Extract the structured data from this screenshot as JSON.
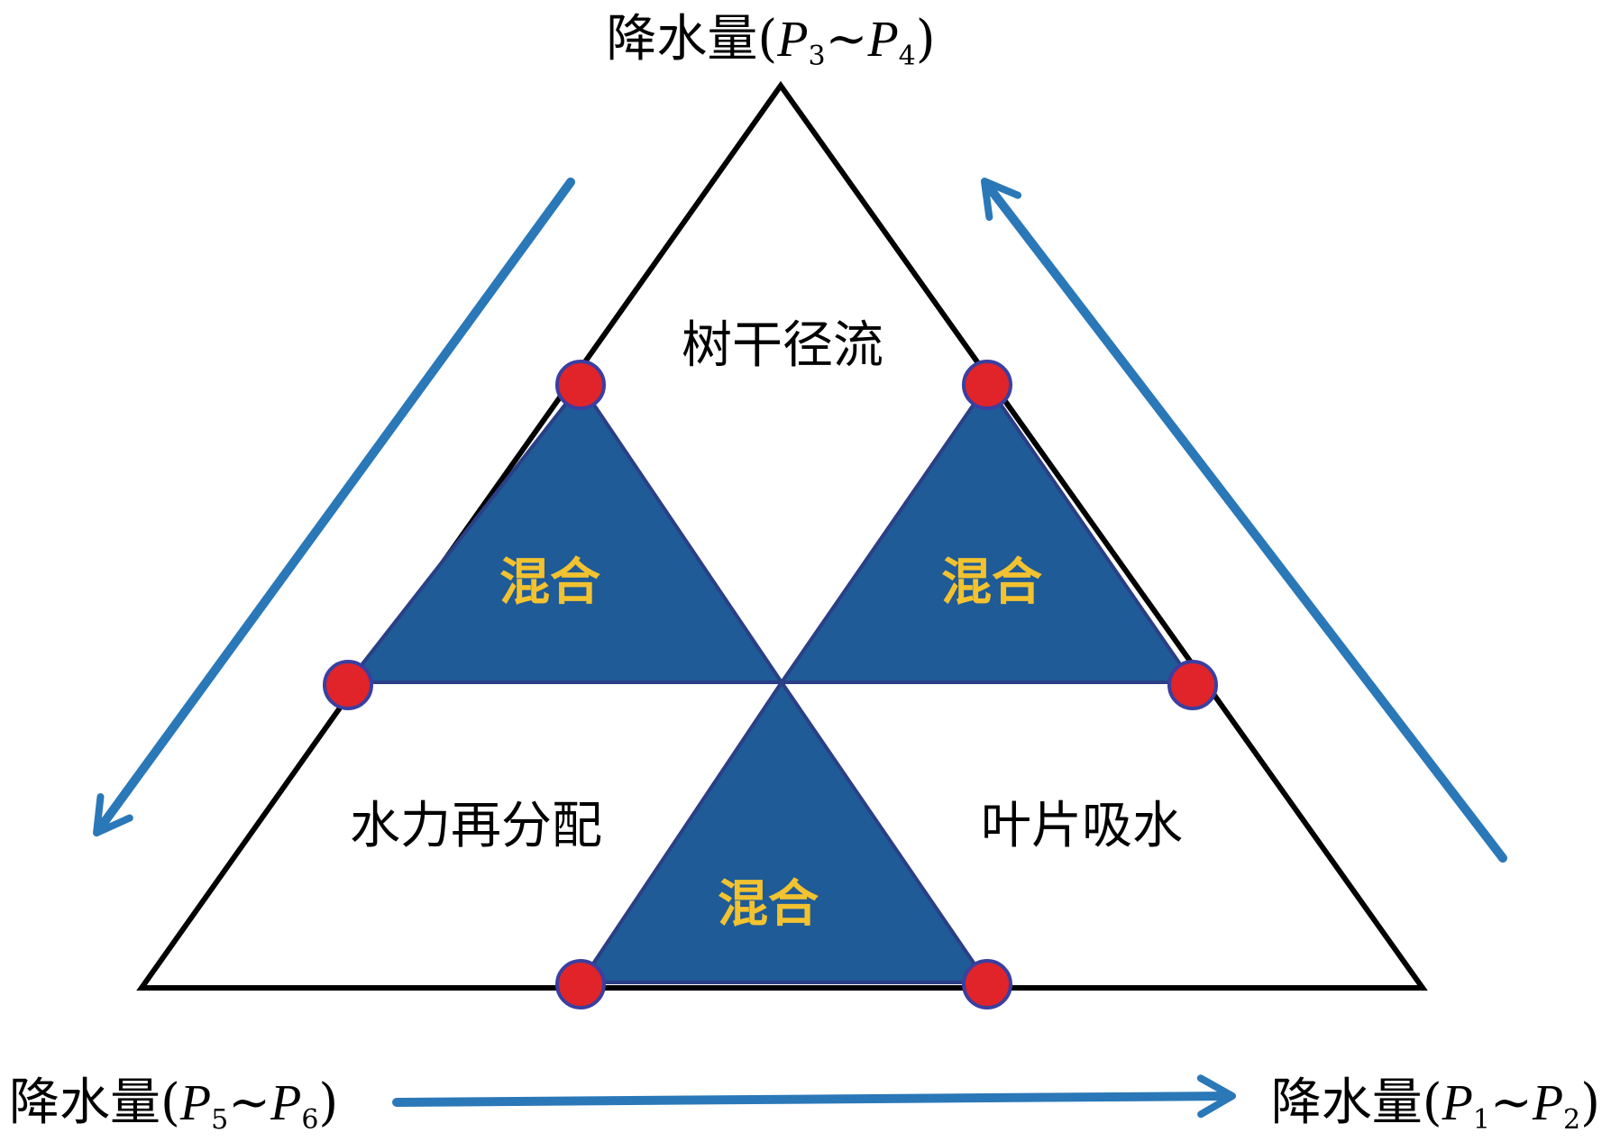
{
  "corners": {
    "top": {
      "prefix": "降水量(",
      "p_a": "P",
      "sub_a": "3",
      "tilde": "~",
      "p_b": "P",
      "sub_b": "4",
      "suffix": ")"
    },
    "bottom_left": {
      "prefix": "降水量(",
      "p_a": "P",
      "sub_a": "5",
      "tilde": "~",
      "p_b": "P",
      "sub_b": "6",
      "suffix": ")"
    },
    "bottom_right": {
      "prefix": "降水量(",
      "p_a": "P",
      "sub_a": "1",
      "tilde": "~",
      "p_b": "P",
      "sub_b": "2",
      "suffix": ")"
    }
  },
  "regions": {
    "top": "树干径流",
    "left": "水力再分配",
    "right": "叶片吸水"
  },
  "mix_labels": {
    "left": "混合",
    "right": "混合",
    "bottom": "混合"
  },
  "colors": {
    "outline": "#000000",
    "blue_fill": "#1f5b96",
    "blue_stroke": "#2a3f86",
    "arrow": "#2a78b8",
    "node": "#e0242a",
    "node_ring": "#3a3fa0",
    "mix_text": "#f2c230"
  }
}
